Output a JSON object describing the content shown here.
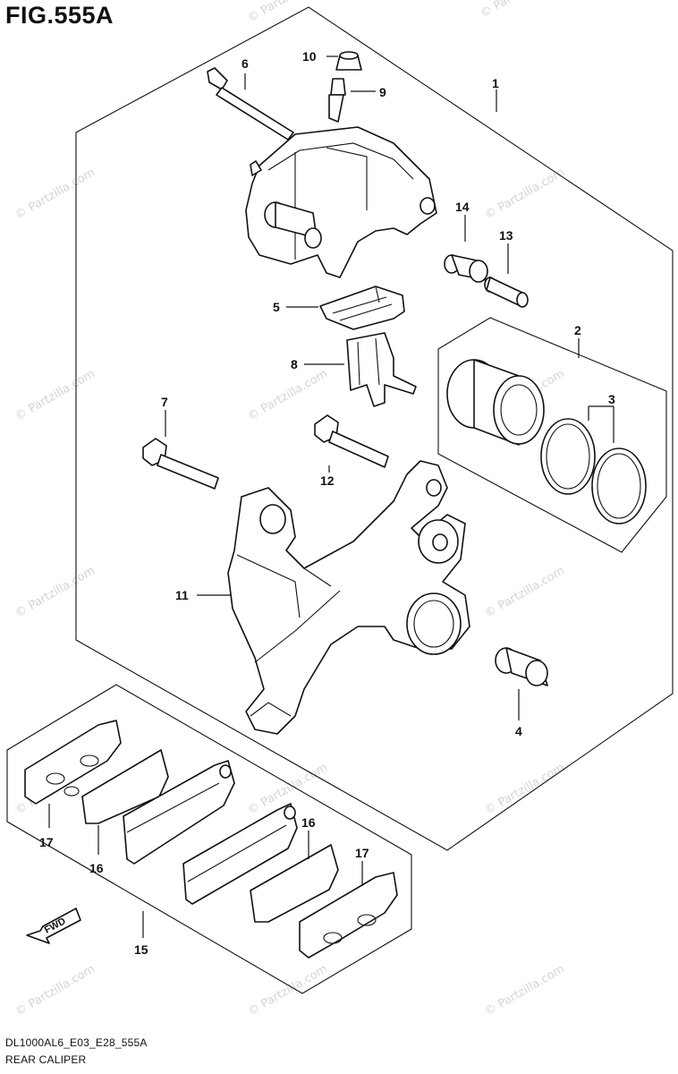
{
  "figure": {
    "title": "FIG.555A",
    "code": "DL1000AL6_E03_E28_555A",
    "caption": "REAR CALIPER"
  },
  "watermark": "© Partzilla.com",
  "direction_arrow": "FWD",
  "callouts": {
    "c1": "1",
    "c2": "2",
    "c3": "3",
    "c4": "4",
    "c5": "5",
    "c6": "6",
    "c7": "7",
    "c8": "8",
    "c9": "9",
    "c10": "10",
    "c11": "11",
    "c12": "12",
    "c13": "13",
    "c14": "14",
    "c15": "15",
    "c16a": "16",
    "c16b": "16",
    "c17a": "17",
    "c17b": "17"
  },
  "colors": {
    "line": "#111111",
    "watermark": "#d4d4d4",
    "background": "#ffffff"
  }
}
